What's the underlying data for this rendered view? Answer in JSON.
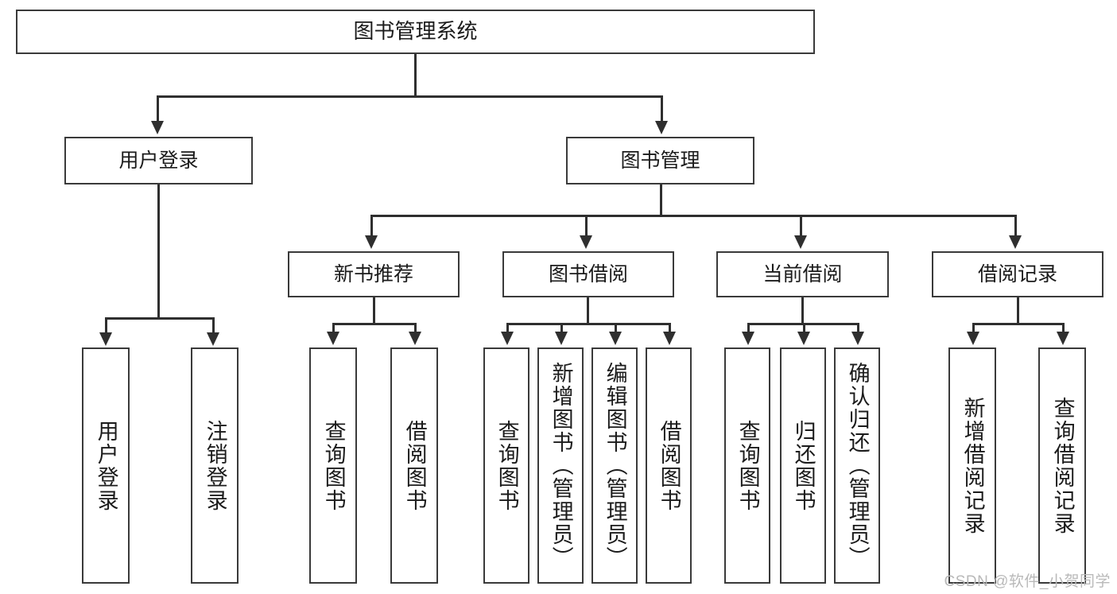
{
  "diagram": {
    "title": "图书管理系统",
    "watermark": "CSDN @软件_小贺同学",
    "root": {
      "label": "图书管理系统"
    },
    "level2": [
      {
        "label": "用户登录"
      },
      {
        "label": "图书管理"
      }
    ],
    "level3": [
      {
        "label": "新书推荐"
      },
      {
        "label": "图书借阅"
      },
      {
        "label": "当前借阅"
      },
      {
        "label": "借阅记录"
      }
    ],
    "leaves": {
      "user_login": [
        {
          "label": "用户登录"
        },
        {
          "label": "注销登录"
        }
      ],
      "new_book": [
        {
          "label": "查询图书"
        },
        {
          "label": "借阅图书"
        }
      ],
      "borrow_book": [
        {
          "label": "查询图书"
        },
        {
          "label": "新增图书（管理员）"
        },
        {
          "label": "编辑图书（管理员）"
        },
        {
          "label": "借阅图书"
        }
      ],
      "current_borrow": [
        {
          "label": "查询图书"
        },
        {
          "label": "归还图书"
        },
        {
          "label": "确认归还（管理员）"
        }
      ],
      "borrow_record": [
        {
          "label": "新增借阅记录"
        },
        {
          "label": "查询借阅记录"
        }
      ]
    }
  },
  "colors": {
    "stroke": "#3a3a3a",
    "connector": "#2f2f2f",
    "text": "#1b1b1b",
    "background": "#ffffff",
    "watermark": "#b9b9b9"
  }
}
